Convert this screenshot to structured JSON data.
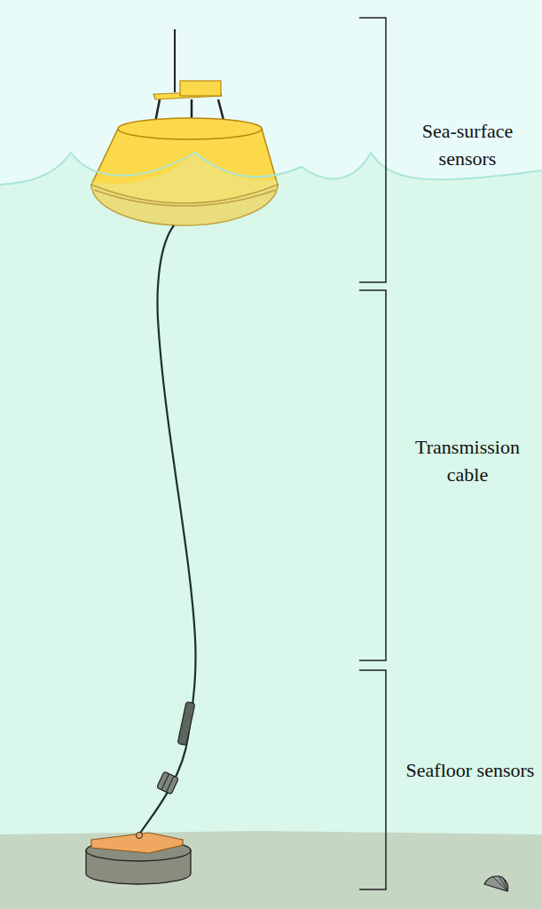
{
  "diagram": {
    "labels": [
      "Sea-surface sensors",
      "Transmission cable",
      "Seafloor sensors"
    ]
  }
}
